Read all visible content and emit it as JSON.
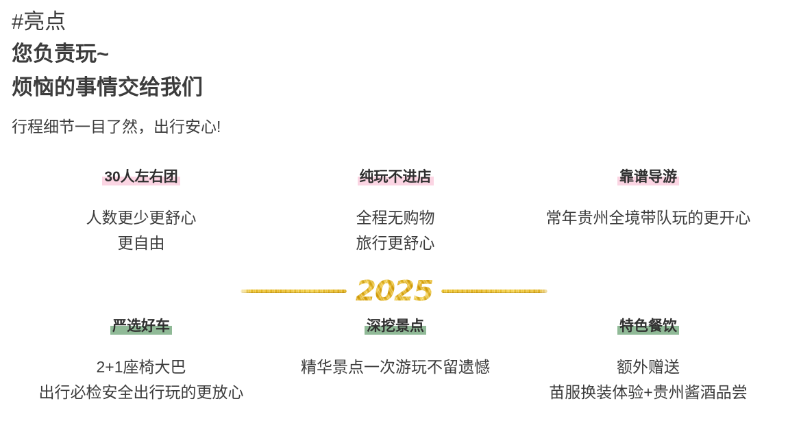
{
  "header": {
    "tag": "#亮点",
    "headline_1": "您负责玩~",
    "headline_2": "烦恼的事情交给我们",
    "subtitle": "行程细节一目了然，出行安心!"
  },
  "divider": {
    "year": "2025"
  },
  "colors": {
    "highlight_pink": "#fbd5e3",
    "highlight_green": "#90ba97",
    "text": "#3c3c3c",
    "gold": "#e8b81d",
    "background": "#ffffff"
  },
  "features_top": [
    {
      "title": "30人左右团",
      "highlight": "pink",
      "lines": [
        "人数更少更舒心",
        "更自由"
      ]
    },
    {
      "title": "纯玩不进店",
      "highlight": "pink",
      "lines": [
        "全程无购物",
        "旅行更舒心"
      ]
    },
    {
      "title": "靠谱导游",
      "highlight": "pink",
      "lines": [
        "常年贵州全境带队玩的更开心",
        ""
      ]
    }
  ],
  "features_bottom": [
    {
      "title": "严选好车",
      "highlight": "green",
      "lines": [
        "2+1座椅大巴",
        "出行必检安全出行玩的更放心"
      ]
    },
    {
      "title": "深挖景点",
      "highlight": "green",
      "lines": [
        "精华景点一次游玩不留遗憾",
        ""
      ]
    },
    {
      "title": "特色餐饮",
      "highlight": "green",
      "lines": [
        "额外赠送",
        "苗服换装体验+贵州酱酒品尝"
      ]
    }
  ]
}
